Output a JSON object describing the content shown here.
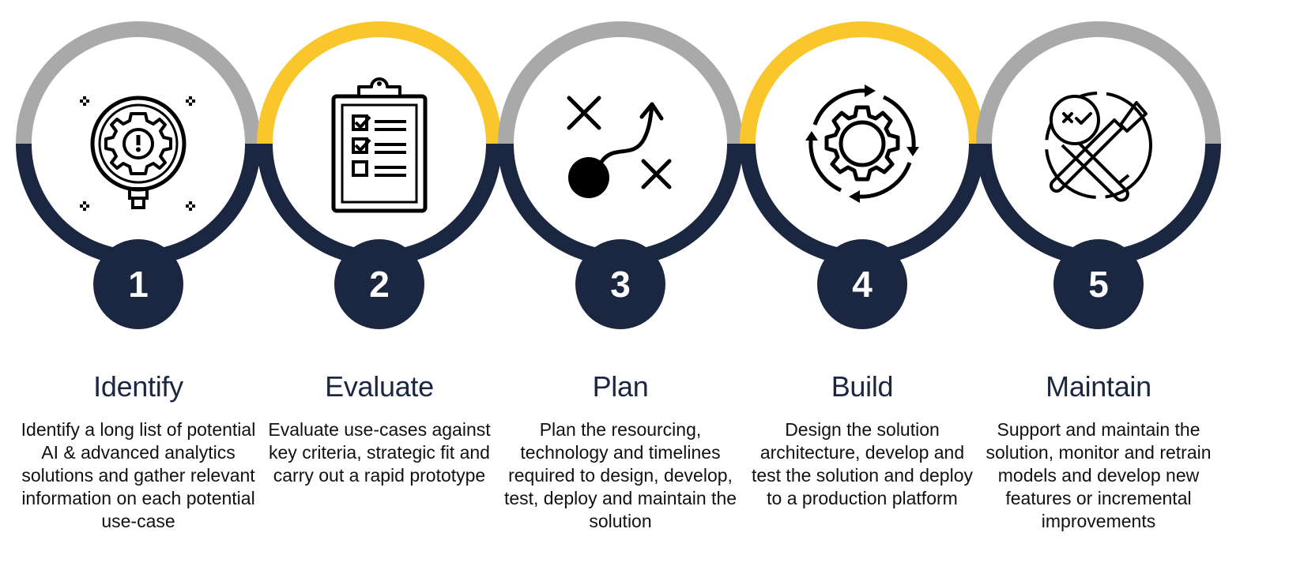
{
  "colors": {
    "navy": "#1b2740",
    "gray": "#a9a9a9",
    "yellow": "#f9c72b",
    "icon": "#000000",
    "text": "#111111"
  },
  "steps": [
    {
      "number": "1",
      "title": "Identify",
      "description": "Identify a long list of potential AI & advanced analytics solutions and gather relevant information on each potential use-case",
      "top_arc_color": "gray",
      "icon": "magnifier-gear-alert-icon"
    },
    {
      "number": "2",
      "title": "Evaluate",
      "description": "Evaluate use-cases against key criteria, strategic fit and carry out a rapid prototype",
      "top_arc_color": "yellow",
      "icon": "clipboard-checklist-icon"
    },
    {
      "number": "3",
      "title": "Plan",
      "description": "Plan the resourcing, technology and timelines required to design, develop, test, deploy and maintain the solution",
      "top_arc_color": "gray",
      "icon": "strategy-plan-icon"
    },
    {
      "number": "4",
      "title": "Build",
      "description": "Design the solution architecture, develop and test the solution and deploy to a production platform",
      "top_arc_color": "yellow",
      "icon": "gear-cycle-icon"
    },
    {
      "number": "5",
      "title": "Maintain",
      "description": "Support and maintain the solution, monitor and retrain models and develop new features or incremental improvements",
      "top_arc_color": "gray",
      "icon": "wrench-screwdriver-icon"
    }
  ]
}
